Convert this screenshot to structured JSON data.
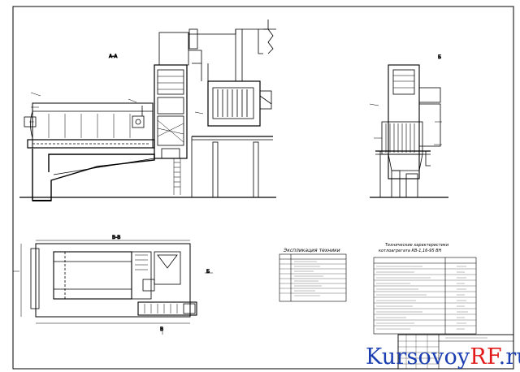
{
  "sheet": {
    "view_labels": {
      "main": "А-А",
      "side": "Б",
      "plan": "В-В",
      "arrow_b": "Б",
      "arrow_v": "В"
    },
    "equipment_table": {
      "title": "Экспликация техники",
      "headers": [
        "Поз.",
        "Наименование"
      ],
      "rows": [
        "",
        "",
        "",
        "",
        "",
        "",
        "",
        ""
      ]
    },
    "specs_table": {
      "title": "Технические характеристики",
      "subtitle": "котлоагрегата КВ-1,16-95 ВН",
      "headers": [
        "Параметр",
        "Значение"
      ],
      "rows": [
        "",
        "",
        "",
        "",
        "",
        "",
        "",
        "",
        "",
        "",
        "",
        ""
      ]
    },
    "watermark": {
      "part1": "Kursovoy",
      "part2": "RF",
      "part3": ".ru"
    }
  }
}
